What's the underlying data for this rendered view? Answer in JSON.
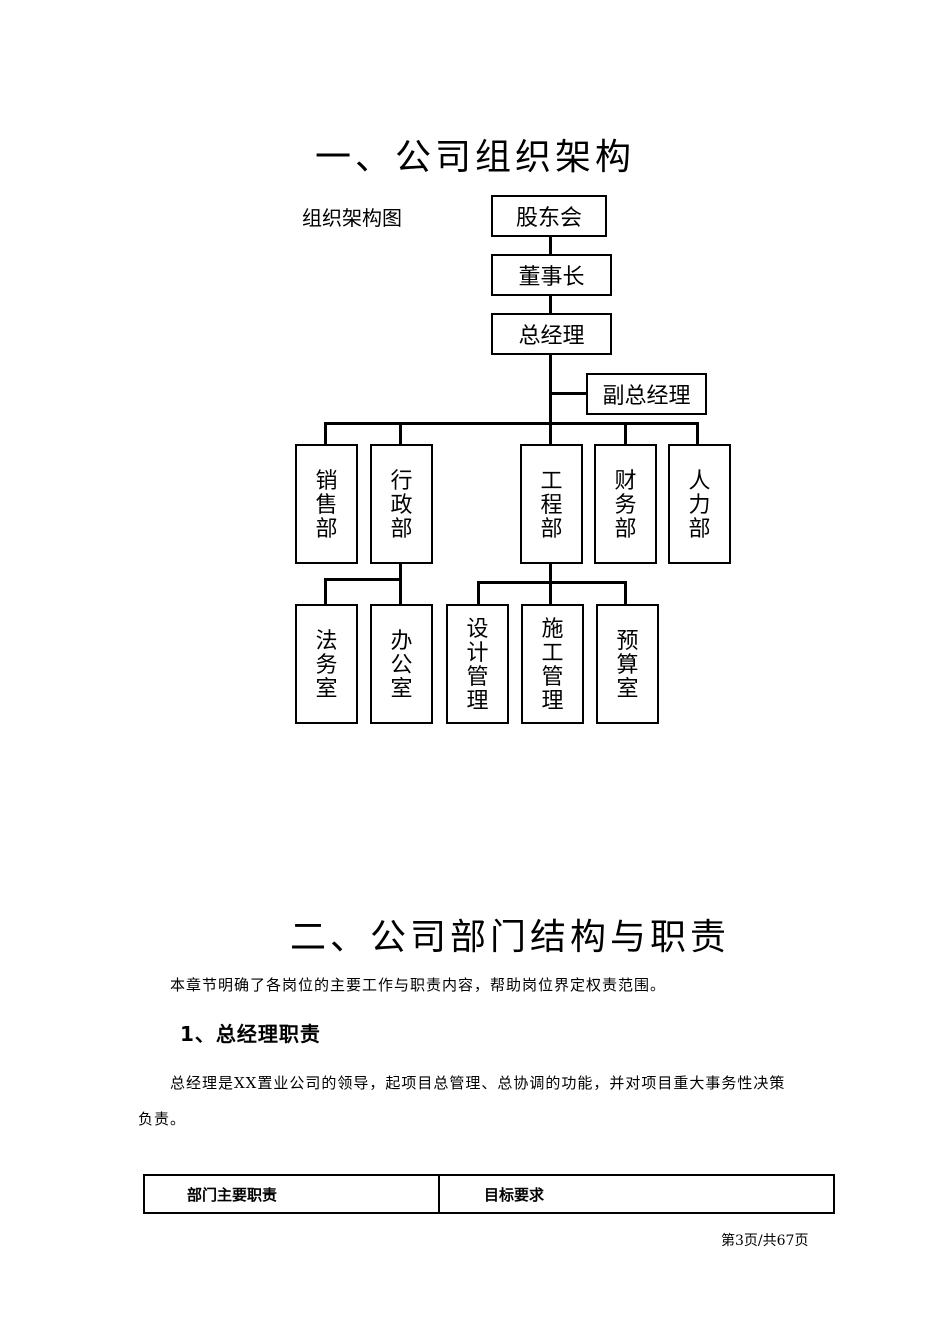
{
  "section1": {
    "title": "一、公司组织架构"
  },
  "orgchart": {
    "caption": "组织架构图",
    "shareholders": "股东会",
    "chairman": "董事长",
    "gm": "总经理",
    "deputy_gm": "副总经理",
    "departments": [
      {
        "key": "sales",
        "chars": [
          "销",
          "售",
          "部"
        ]
      },
      {
        "key": "admin",
        "chars": [
          "行",
          "政",
          "部"
        ]
      },
      {
        "key": "engineering",
        "chars": [
          "工",
          "程",
          "部"
        ]
      },
      {
        "key": "finance",
        "chars": [
          "财",
          "务",
          "部"
        ]
      },
      {
        "key": "hr",
        "chars": [
          "人",
          "力",
          "部"
        ]
      }
    ],
    "sub_units": [
      {
        "key": "legal",
        "chars": [
          "法",
          "务",
          "室"
        ]
      },
      {
        "key": "office",
        "chars": [
          "办",
          "公",
          "室"
        ]
      },
      {
        "key": "design",
        "chars": [
          "设",
          "计",
          "管",
          "理"
        ]
      },
      {
        "key": "construction",
        "chars": [
          "施",
          "工",
          "管",
          "理"
        ]
      },
      {
        "key": "budget",
        "chars": [
          "预",
          "算",
          "室"
        ]
      }
    ]
  },
  "section2": {
    "title": "二、公司部门结构与职责",
    "intro": "本章节明确了各岗位的主要工作与职责内容，帮助岗位界定权责范围。",
    "sub1_title": "1、总经理职责",
    "sub1_para_line1": "总经理是XX置业公司的领导，起项目总管理、总协调的功能，并对项目重大事务性决策",
    "sub1_para_line2": "负责。"
  },
  "table": {
    "headers": [
      "部门主要职责",
      "目标要求"
    ]
  },
  "footer": {
    "page": "第3页/共67页"
  }
}
